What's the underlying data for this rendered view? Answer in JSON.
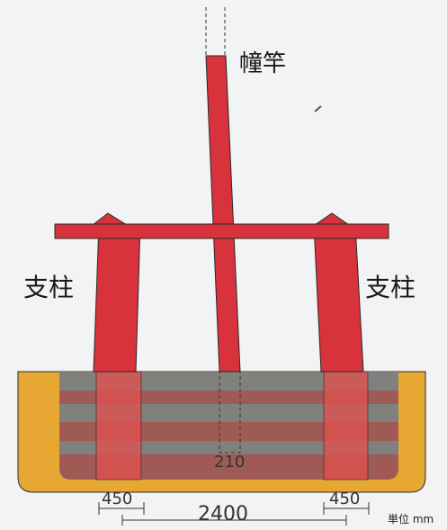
{
  "labels": {
    "pole": "幢竿",
    "support_left": "支柱",
    "support_right": "支柱"
  },
  "dimensions": {
    "pole_width": "210",
    "left_post_width": "450",
    "span": "2400",
    "right_post_width": "450",
    "unit": "単位 mm"
  },
  "colors": {
    "background": "#f2f3f4",
    "post_red": "#d8323c",
    "pit_yellow": "#e6a832",
    "gray_band": "#80807c",
    "red_band": "#a05a55",
    "outline": "#2a2a2a"
  }
}
